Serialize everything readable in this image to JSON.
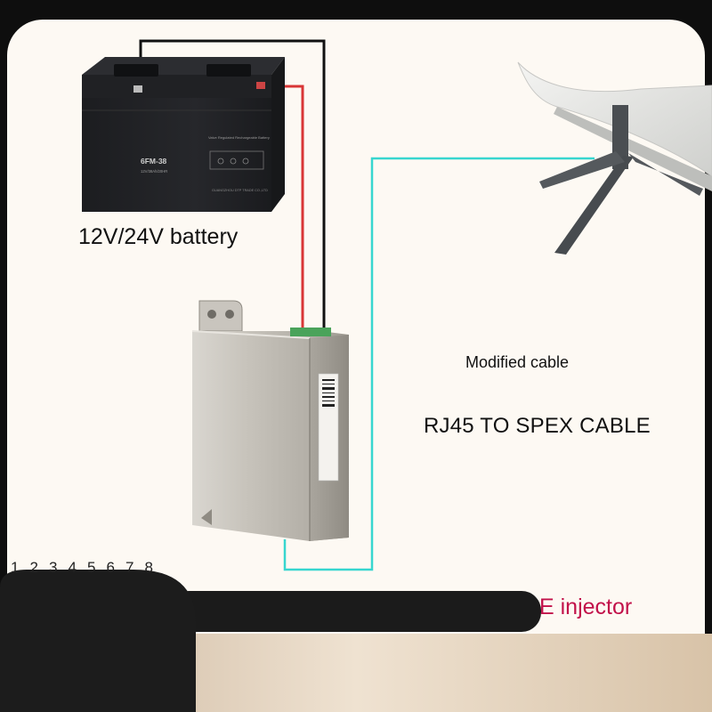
{
  "labels": {
    "battery_caption": "12V/24V battery",
    "modified_caption": "Modified cable",
    "cable_caption": "RJ45 TO SPEX CABLE",
    "injector_caption": "E injector"
  },
  "battery": {
    "model": "6FM-38",
    "spec": "12V/38Ah/20HR",
    "brand_line": "Valve Regulated Rechargeable Battery",
    "maker": "GUANGZHOU DTP TRADE CO.,LTD"
  },
  "port_numbers": [
    "1",
    "2",
    "3",
    "4",
    "5",
    "6",
    "7",
    "8"
  ],
  "colors": {
    "background_page": "#fdf9f3",
    "frame": "#0e0e0e",
    "wire_positive": "#d93636",
    "wire_negative": "#111111",
    "cable_cyan": "#37d6cf",
    "injector_text": "#c2124a",
    "dish_body": "#4a4e52"
  }
}
